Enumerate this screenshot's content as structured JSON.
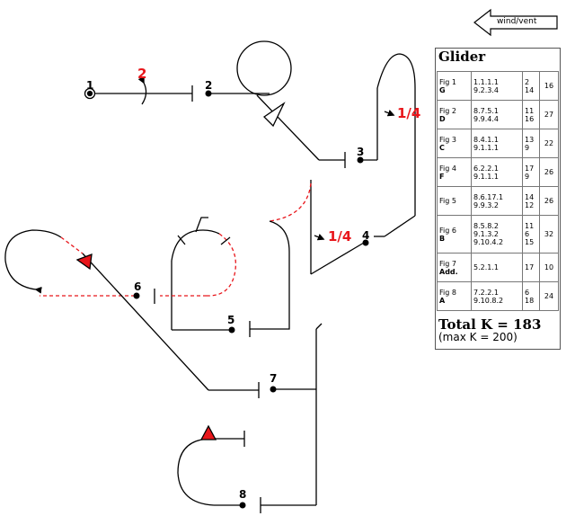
{
  "wind_label": "wind/vent",
  "panel_title": "Glider",
  "figures": [
    {
      "fig": "Fig 1",
      "letter": "G",
      "codes": [
        "1.1.1.1",
        "9.2.3.4"
      ],
      "k": [
        "2",
        "14"
      ],
      "total": "16"
    },
    {
      "fig": "Fig 2",
      "letter": "D",
      "codes": [
        "8.7.5.1",
        "9.9.4.4"
      ],
      "k": [
        "11",
        "16"
      ],
      "total": "27"
    },
    {
      "fig": "Fig 3",
      "letter": "C",
      "codes": [
        "8.4.1.1",
        "9.1.1.1"
      ],
      "k": [
        "13",
        "9"
      ],
      "total": "22"
    },
    {
      "fig": "Fig 4",
      "letter": "F",
      "codes": [
        "6.2.2.1",
        "9.1.1.1"
      ],
      "k": [
        "17",
        "9"
      ],
      "total": "26"
    },
    {
      "fig": "Fig 5",
      "letter": "",
      "codes": [
        "8.6.17.1",
        "9.9.3.2"
      ],
      "k": [
        "14",
        "12"
      ],
      "total": "26"
    },
    {
      "fig": "Fig 6",
      "letter": "B",
      "codes": [
        "8.5.8.2",
        "9.1.3.2",
        "9.10.4.2"
      ],
      "k": [
        "11",
        "6",
        "15"
      ],
      "total": "32"
    },
    {
      "fig": "Fig 7",
      "letter": "Add.",
      "codes": [
        "5.2.1.1"
      ],
      "k": [
        "17"
      ],
      "total": "10"
    },
    {
      "fig": "Fig 8",
      "letter": "A",
      "codes": [
        "7.2.2.1",
        "9.10.8.2"
      ],
      "k": [
        "6",
        "18"
      ],
      "total": "24"
    }
  ],
  "total_label": "Total K = 183",
  "max_label": "(max K = 200)",
  "figure_numbers": [
    "1",
    "2",
    "3",
    "4",
    "5",
    "6",
    "7",
    "8"
  ],
  "roll_labels": {
    "fig1": "2",
    "fig3": "1/4",
    "fig4": "1/4"
  },
  "colors": {
    "line": "#000000",
    "red": "#e8161b",
    "dashed": "#e8161b"
  }
}
